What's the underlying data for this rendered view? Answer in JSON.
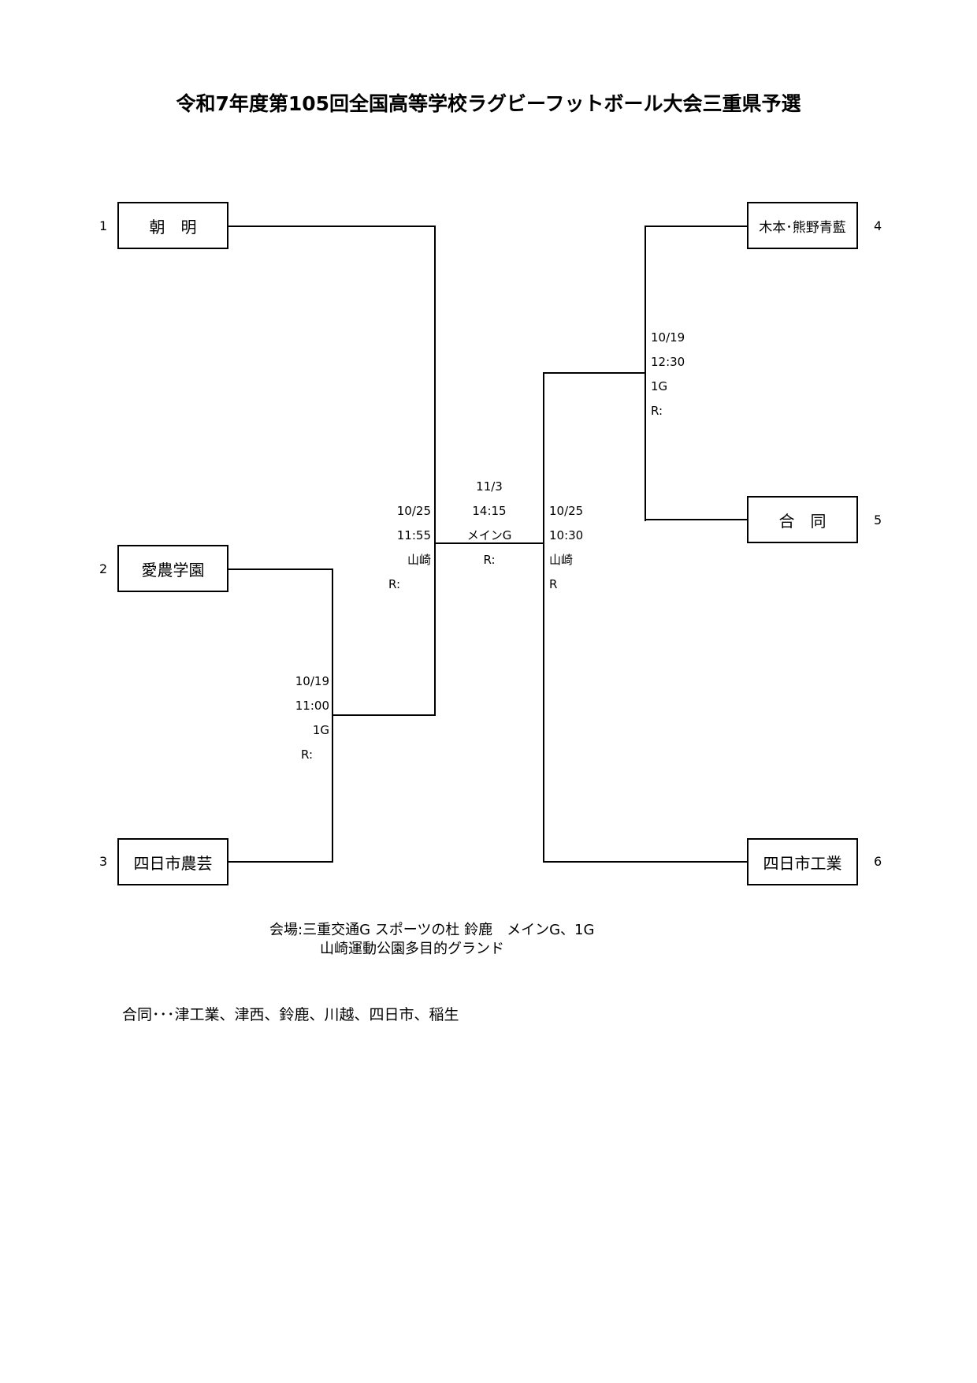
{
  "title": "令和7年度第105回全国高等学校ラグビーフットボール大会三重県予選",
  "teams": [
    {
      "seed": "1",
      "name": "朝　明"
    },
    {
      "seed": "2",
      "name": "愛農学園"
    },
    {
      "seed": "3",
      "name": "四日市農芸"
    },
    {
      "seed": "4",
      "name": "木本･熊野青藍"
    },
    {
      "seed": "5",
      "name": "合　同"
    },
    {
      "seed": "6",
      "name": "四日市工業"
    }
  ],
  "matches": {
    "left_first_round": {
      "date": "10/19",
      "time": "11:00",
      "ground": "1G",
      "referee": "R:"
    },
    "right_first_round": {
      "date": "10/19",
      "time": "12:30",
      "ground": "1G",
      "referee": "R:"
    },
    "left_semifinal": {
      "date": "10/25",
      "time": "11:55",
      "ground": "山崎",
      "referee": "R:"
    },
    "right_semifinal": {
      "date": "10/25",
      "time": "10:30",
      "ground": "山崎",
      "referee": "R"
    },
    "final": {
      "date": "11/3",
      "time": "14:15",
      "ground": "メインG",
      "referee": "R:"
    }
  },
  "venue": {
    "line1": "会場:三重交通G スポーツの杜 鈴鹿　メインG、1G",
    "line2": "山崎運動公園多目的グランド"
  },
  "joint_team_note": "合同･･･津工業、津西、鈴鹿、川越、四日市、稲生"
}
